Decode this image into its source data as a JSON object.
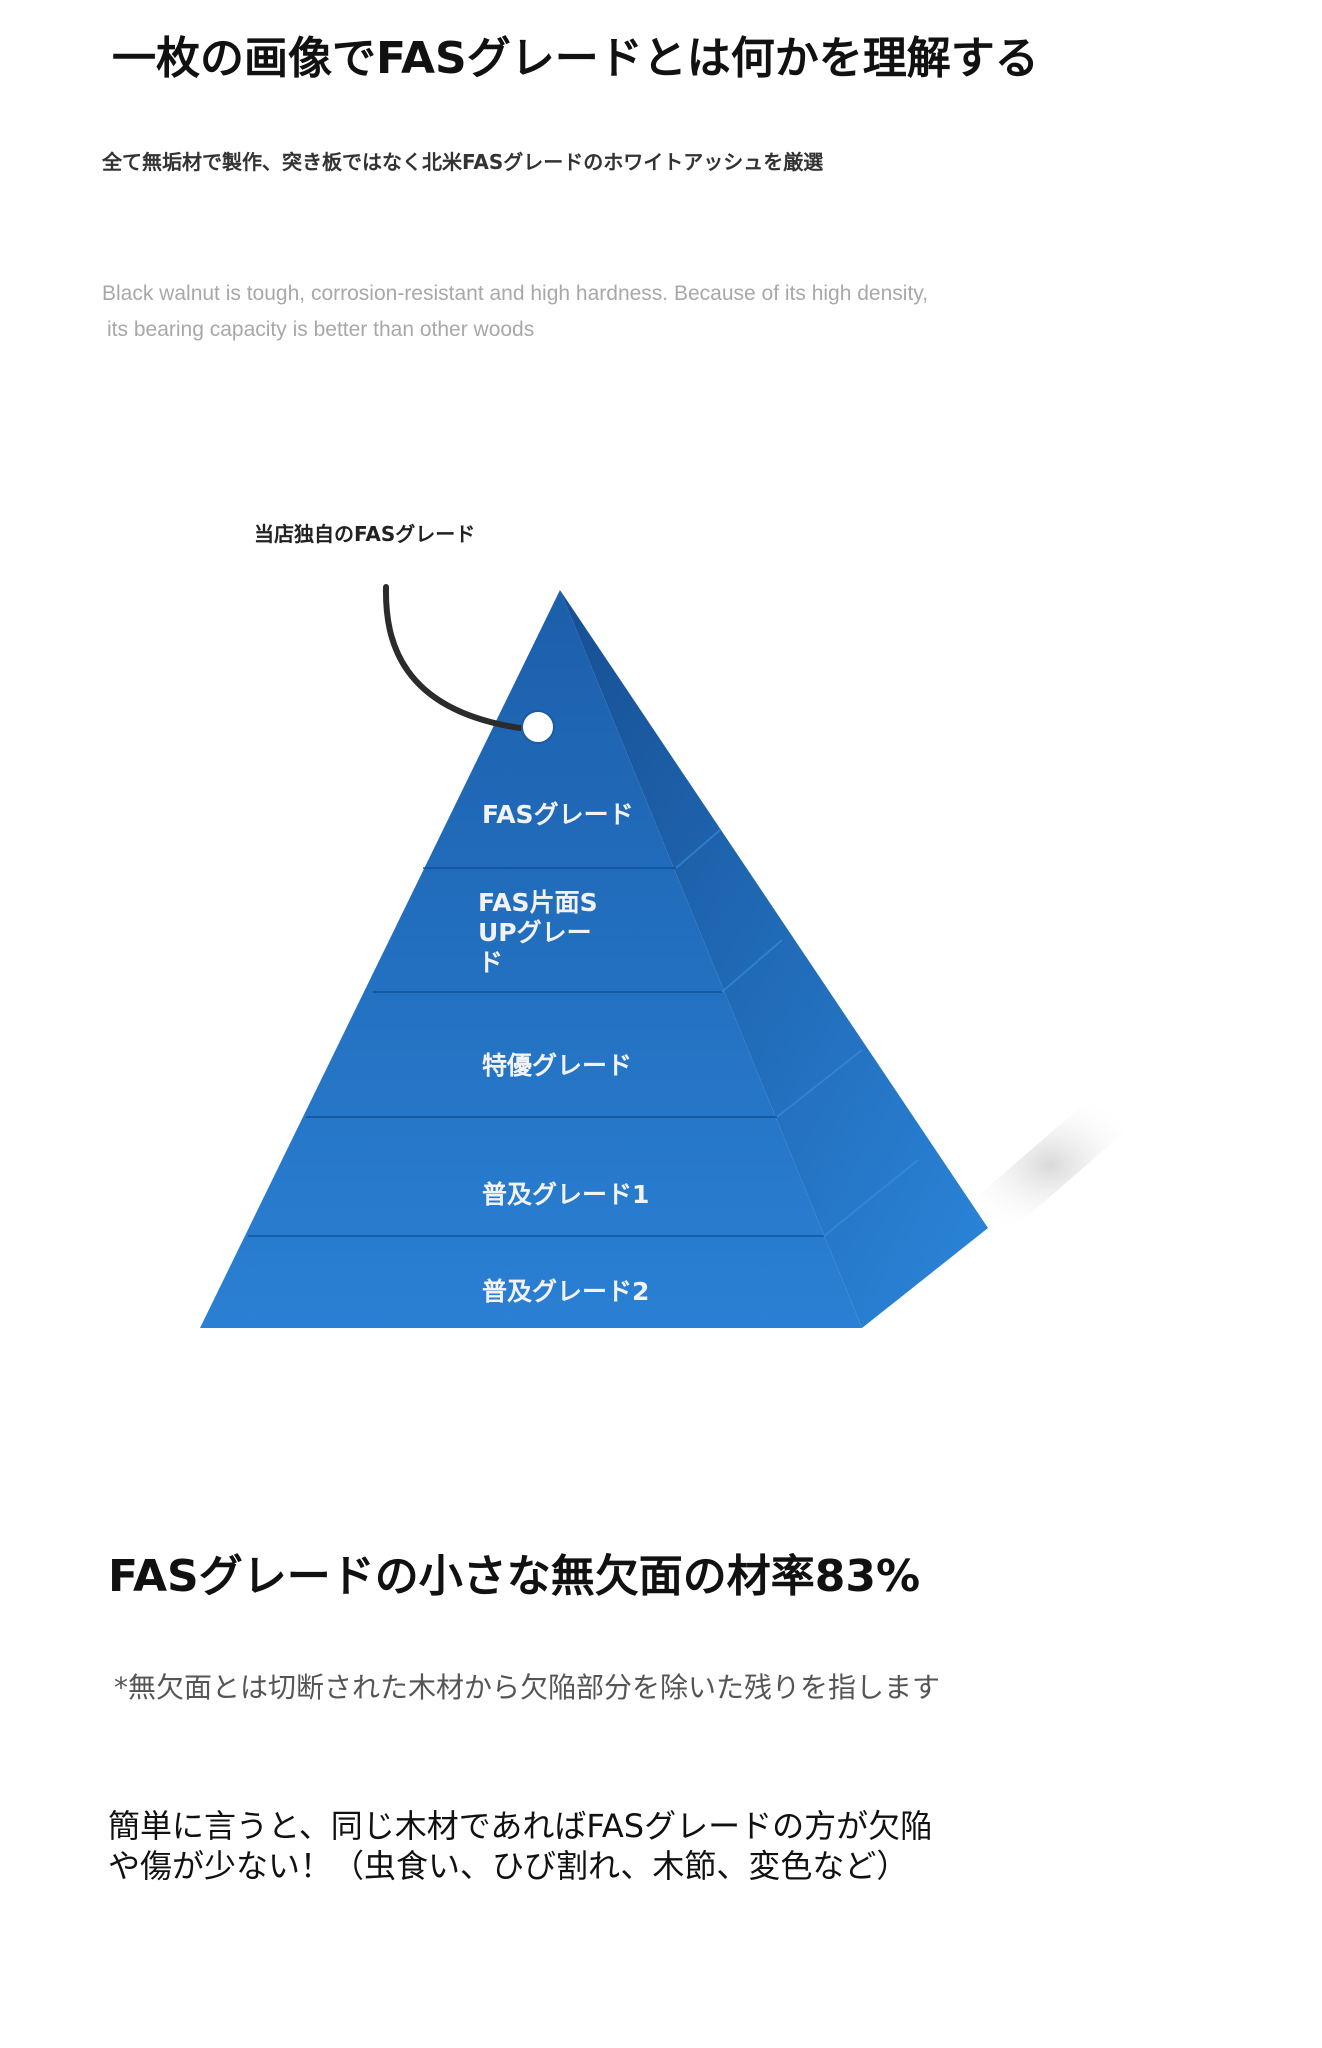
{
  "header": {
    "title": "一枚の画像でFASグレードとは何かを理解する",
    "subtitle": "全て無垢材で製作、突き板ではなく北米FASグレードのホワイトアッシュを厳選",
    "english_line_1": "Black walnut is tough, corrosion-resistant and high hardness. Because of its high density,",
    "english_line_2": "its bearing capacity is better than other woods"
  },
  "pyramid": {
    "callout_label": "当店独自のFASグレード",
    "tiers": [
      {
        "lines": [
          "FASグレード"
        ],
        "color": "#1e63b2"
      },
      {
        "lines": [
          "FAS片面S",
          "UPグレー",
          "ド"
        ],
        "color": "#1c64b4"
      },
      {
        "lines": [
          "特優グレード"
        ],
        "color": "#1d6bbf"
      },
      {
        "lines": [
          "普及グレード1"
        ],
        "color": "#1c6cc2"
      },
      {
        "lines": [
          "普及グレード2"
        ],
        "color": "#2277cf"
      }
    ],
    "colors": {
      "front": "#1a66bd",
      "side": "#1b5ea8",
      "side_light": "#2a83d6",
      "separator": "#0f4f95"
    }
  },
  "section": {
    "heading": "FASグレードの小さな無欠面の材率83%",
    "note": "*無欠面とは切断された木材から欠陥部分を除いた残りを指します",
    "summary_line_1": "簡単に言うと、同じ木材であればFASグレードの方が欠陥",
    "summary_line_2": "や傷が少ない！（虫食い、ひび割れ、木節、変色など）"
  }
}
